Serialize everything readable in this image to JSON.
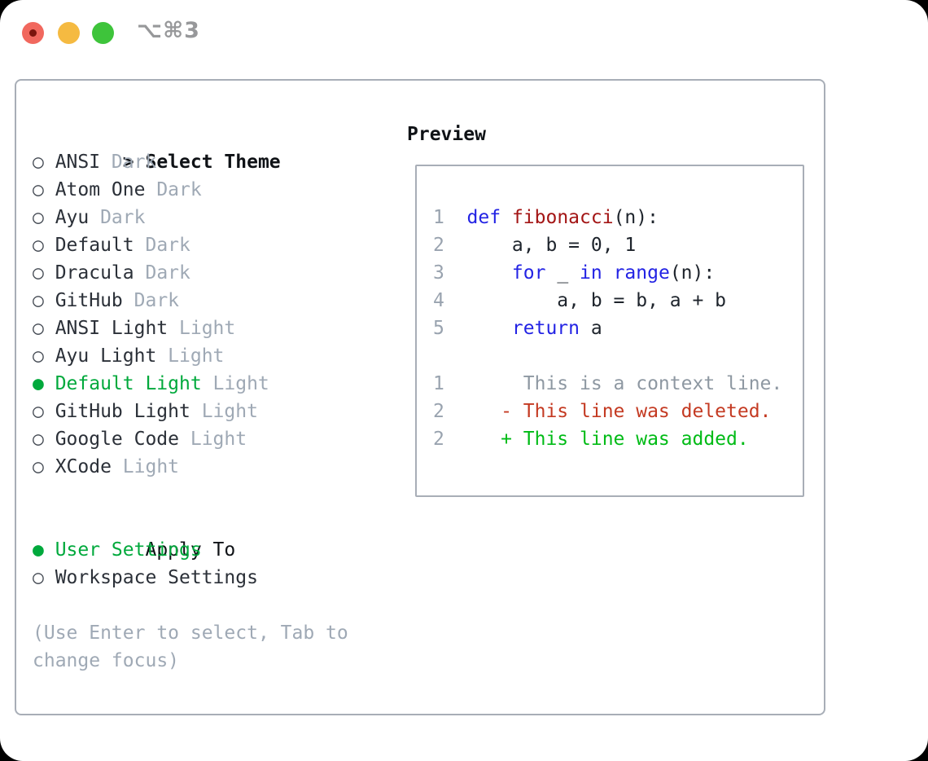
{
  "window": {
    "title": "⌥⌘3"
  },
  "markers": {
    "focus": ">",
    "selected": "●",
    "unselected": "○"
  },
  "themes": {
    "header": "Select Theme",
    "items": [
      {
        "name": "ANSI",
        "variant": "Dark",
        "selected": false
      },
      {
        "name": "Atom One",
        "variant": "Dark",
        "selected": false
      },
      {
        "name": "Ayu",
        "variant": "Dark",
        "selected": false
      },
      {
        "name": "Default",
        "variant": "Dark",
        "selected": false
      },
      {
        "name": "Dracula",
        "variant": "Dark",
        "selected": false
      },
      {
        "name": "GitHub",
        "variant": "Dark",
        "selected": false
      },
      {
        "name": "ANSI Light",
        "variant": "Light",
        "selected": false
      },
      {
        "name": "Ayu Light",
        "variant": "Light",
        "selected": false
      },
      {
        "name": "Default Light",
        "variant": "Light",
        "selected": true
      },
      {
        "name": "GitHub Light",
        "variant": "Light",
        "selected": false
      },
      {
        "name": "Google Code",
        "variant": "Light",
        "selected": false
      },
      {
        "name": "XCode",
        "variant": "Light",
        "selected": false
      }
    ]
  },
  "apply_to": {
    "header": "Apply To",
    "options": [
      {
        "name": "User Settings",
        "selected": true
      },
      {
        "name": "Workspace Settings",
        "selected": false
      }
    ]
  },
  "hint": "(Use Enter to select, Tab to change focus)",
  "preview": {
    "title": "Preview",
    "lines": [
      {
        "num": "1",
        "segs": [
          [
            "def",
            "kw"
          ],
          [
            " ",
            "plain"
          ],
          [
            "fibonacci",
            "fn"
          ],
          [
            "(n):",
            "plain"
          ]
        ]
      },
      {
        "num": "2",
        "segs": [
          [
            "    a, b = 0, 1",
            "plain"
          ]
        ]
      },
      {
        "num": "3",
        "segs": [
          [
            "    ",
            "plain"
          ],
          [
            "for",
            "kw"
          ],
          [
            " _ ",
            "plain"
          ],
          [
            "in",
            "kw"
          ],
          [
            " ",
            "plain"
          ],
          [
            "range",
            "kw"
          ],
          [
            "(n):",
            "plain"
          ]
        ]
      },
      {
        "num": "4",
        "segs": [
          [
            "        a, b = b, a + b",
            "plain"
          ]
        ]
      },
      {
        "num": "5",
        "segs": [
          [
            "    ",
            "plain"
          ],
          [
            "return",
            "kw"
          ],
          [
            " a",
            "plain"
          ]
        ]
      },
      {
        "num": "",
        "segs": []
      },
      {
        "num": "1",
        "segs": [
          [
            "     This is a context line.",
            "ctx"
          ]
        ]
      },
      {
        "num": "2",
        "segs": [
          [
            "   - This line was deleted.",
            "del"
          ]
        ]
      },
      {
        "num": "2",
        "segs": [
          [
            "   + This line was added.",
            "add"
          ]
        ]
      }
    ]
  },
  "colors": {
    "headline": "#0f1216",
    "text-dark": "#2b3038",
    "gray": "#9fa9b5",
    "radio": "#454b54",
    "ui-green": "#00a93c",
    "border": "#a8aeb7",
    "kw": "#2323e4",
    "fn": "#a31515",
    "plain": "#1e242c",
    "num": "#99a3af",
    "ctx": "#8e98a2",
    "del": "#c43a22",
    "add": "#00bb16",
    "tl-red": "#f1685e",
    "tl-red-dot": "#7c150d",
    "tl-yellow": "#f5ba41",
    "tl-green": "#3ec43b",
    "title-gray": "#97989a"
  }
}
